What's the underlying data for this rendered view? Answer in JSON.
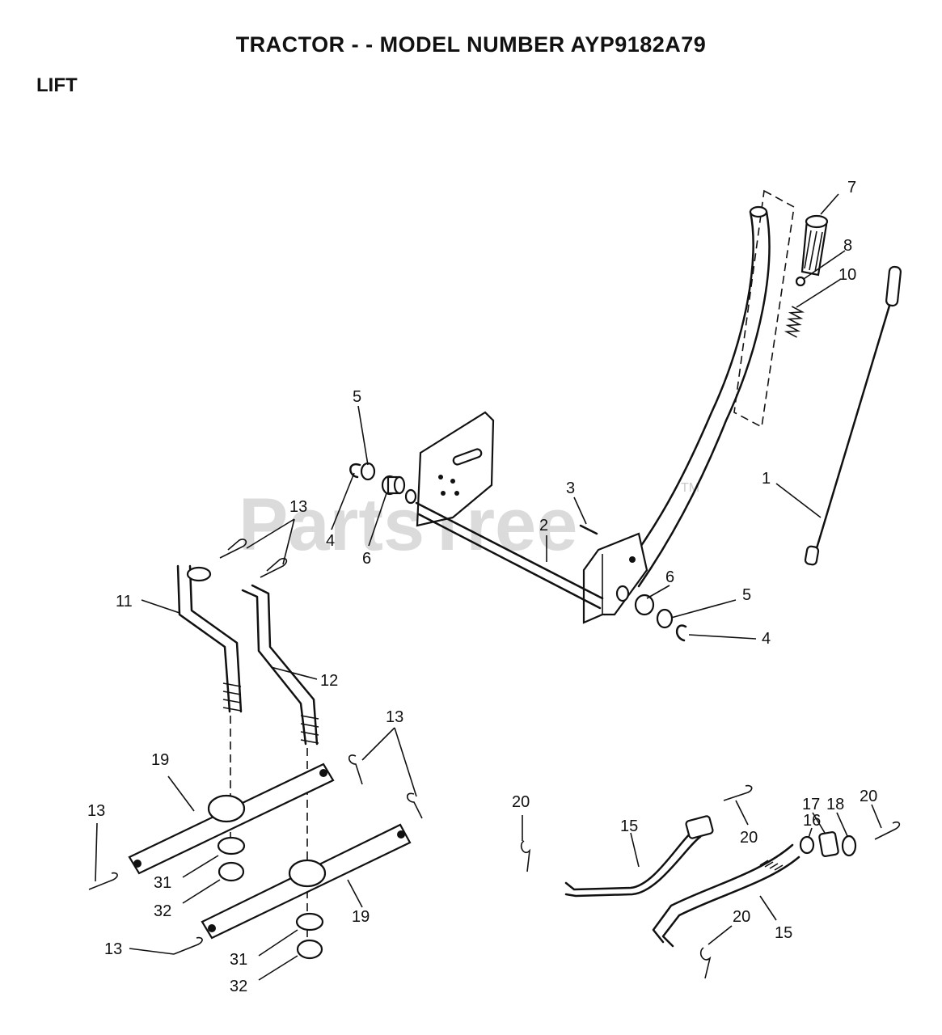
{
  "header": {
    "title": "TRACTOR - - MODEL NUMBER AYP9182A79",
    "section": "LIFT"
  },
  "watermark": {
    "text": "PartsTree",
    "tm": "TM"
  },
  "callouts": {
    "c1": "1",
    "c2": "2",
    "c3": "3",
    "c4a": "4",
    "c4b": "4",
    "c5a": "5",
    "c5b": "5",
    "c6a": "6",
    "c6b": "6",
    "c7": "7",
    "c8": "8",
    "c10": "10",
    "c11": "11",
    "c12": "12",
    "c13a": "13",
    "c13b": "13",
    "c13c": "13",
    "c13d": "13",
    "c15a": "15",
    "c15b": "15",
    "c16": "16",
    "c17": "17",
    "c18": "18",
    "c19a": "19",
    "c19b": "19",
    "c20a": "20",
    "c20b": "20",
    "c20c": "20",
    "c20d": "20",
    "c31a": "31",
    "c31b": "31",
    "c32a": "32",
    "c32b": "32"
  }
}
